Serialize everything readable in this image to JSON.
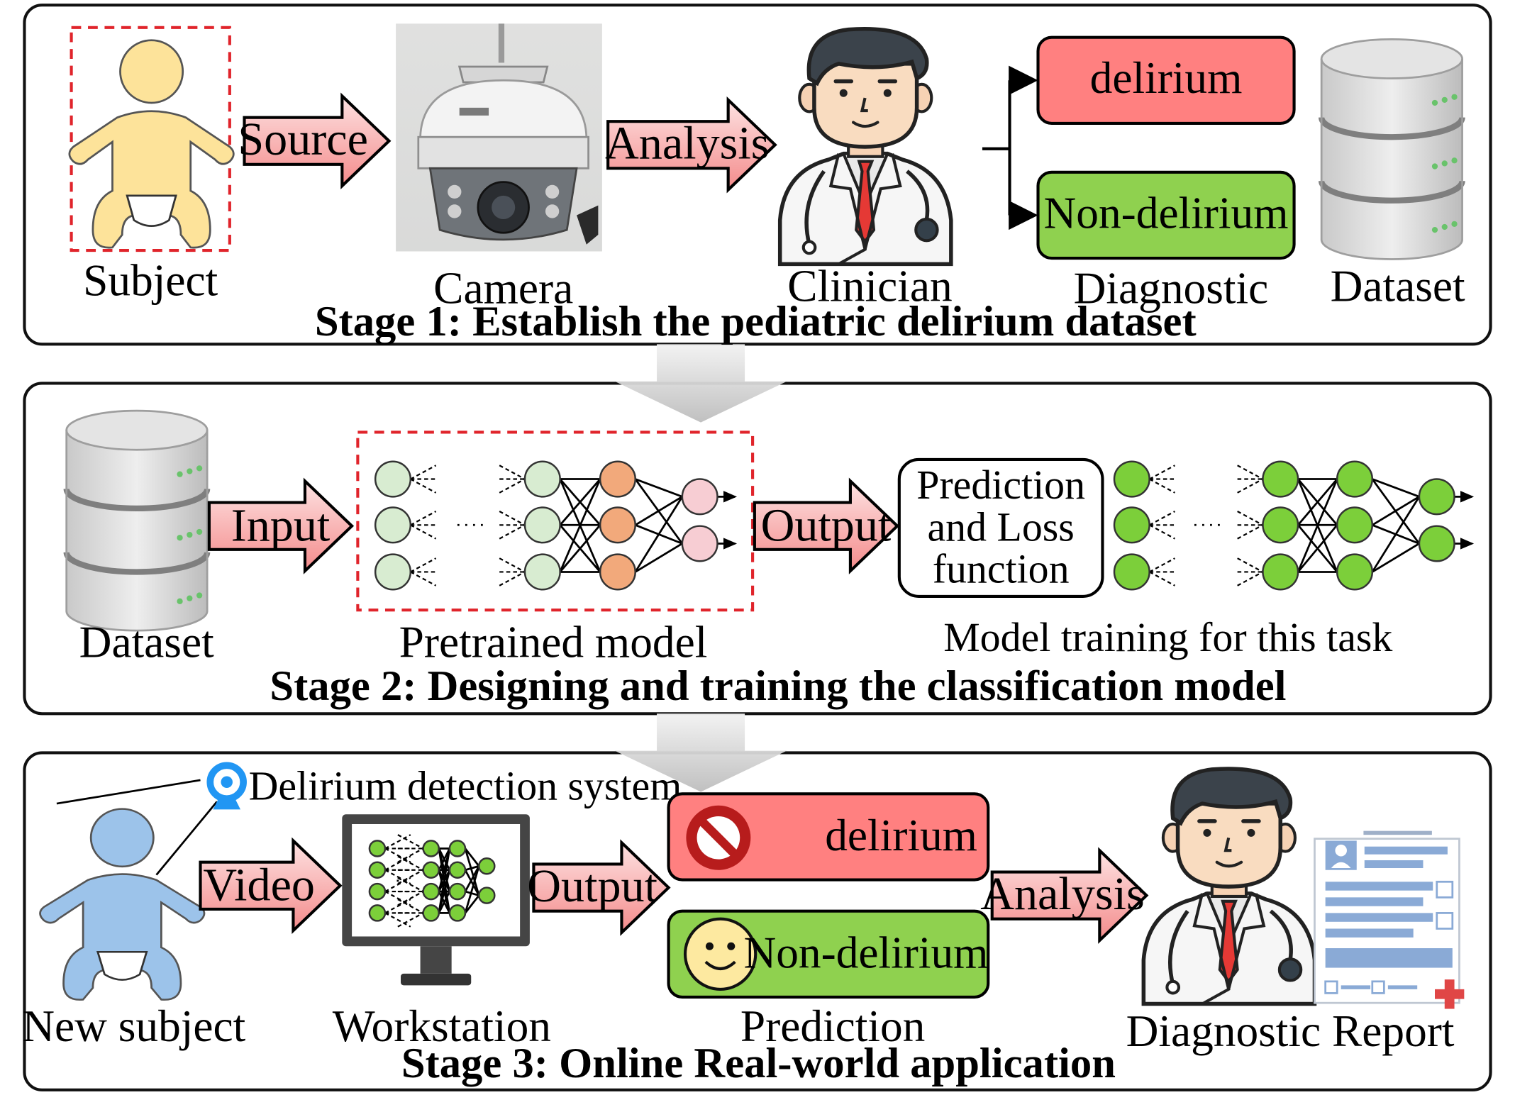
{
  "colors": {
    "arrow_fill_top": "#fde2e2",
    "arrow_fill_bottom": "#f48b8b",
    "delirium_box": "#ff8080",
    "non_delirium_box": "#8fd14f",
    "dashed_border": "#e0242b",
    "stage_border": "#111111",
    "node_pale_green": "#d8ecd1",
    "node_orange": "#f2a97b",
    "node_pink": "#f7cdd3",
    "node_green": "#7ccf3a",
    "baby_yellow": "#fde39a",
    "baby_blue": "#9cc3ea",
    "gray_down_arrow": "#d9d9d9"
  },
  "stage1": {
    "title": "Stage 1: Establish the pediatric delirium dataset",
    "subject_label": "Subject",
    "camera_label": "Camera",
    "clinician_label": "Clinician",
    "diagnostic_label": "Diagnostic",
    "dataset_label": "Dataset",
    "arrow_source": "Source",
    "arrow_analysis": "Analysis",
    "box_delirium": "delirium",
    "box_non_delirium": "Non-delirium",
    "icons": [
      "baby-icon",
      "camera-photo",
      "doctor-icon",
      "database-icon"
    ]
  },
  "stage2": {
    "title": "Stage 2: Designing and training the classification model",
    "dataset_label": "Dataset",
    "arrow_input": "Input",
    "arrow_output": "Output",
    "pretrained_label": "Pretrained model",
    "loss_box_line1": "Prediction",
    "loss_box_line2": "and Loss",
    "loss_box_line3": "function",
    "training_label": "Model training for this task",
    "icons": [
      "database-icon",
      "neural-network-icon"
    ]
  },
  "stage3": {
    "title": "Stage 3: Online Real-world application",
    "system_label": "Delirium detection system",
    "new_subject_label": "New subject",
    "workstation_label": "Workstation",
    "prediction_label": "Prediction",
    "report_label": "Diagnostic Report",
    "arrow_video": "Video",
    "arrow_output": "Output",
    "arrow_analysis": "Analysis",
    "box_delirium": "delirium",
    "box_non_delirium": "Non-delirium",
    "icons": [
      "baby-icon",
      "webcam-icon",
      "monitor-icon",
      "prohibited-icon",
      "smiley-icon",
      "doctor-icon",
      "report-icon"
    ]
  }
}
